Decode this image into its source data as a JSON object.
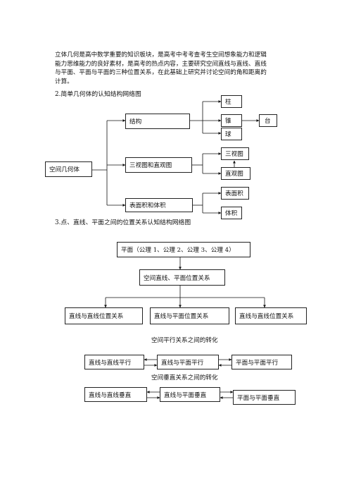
{
  "intro": {
    "lines": [
      "立体几何是高中数学重要的知识板块，是高考中考考查考生空间想象能力和逻辑",
      "能力思维能力的良好素材，是高考的热点内容，主要研究空间直线与直线、直线",
      "与平面、平面与平面的三种位置关系，在此基础上研究并讨论空间的角和距离的",
      "计算。"
    ]
  },
  "section2": {
    "title": "2.简单几何体的认知结构网络图",
    "root": "空间几何体",
    "structure": "结构",
    "pillar": "柱",
    "cone": "锥",
    "frustum": "台",
    "sphere": "球",
    "three_view_and_direct": "三视图和直观图",
    "three_view": "三视图",
    "direct_view": "直观图",
    "surface_and_volume": "表面积和体积",
    "surface_area": "表面积",
    "volume": "体积"
  },
  "section3": {
    "title": "3.点、直线、平面之间的位置关系认知结构网络图",
    "plane_axioms": "平面（公理 1、公理 2、公理 3、公理 4）",
    "spatial_relations": "空间直线、平面位置关系",
    "line_line": "直线与直线位置关系",
    "line_plane": "直线与平面位置关系",
    "line_line_2": "直线与直线位置关系",
    "parallel_title": "空间平行关系之间的转化",
    "line_line_parallel": "直线与直线平行",
    "line_plane_parallel": "直线与平面平行",
    "plane_plane_parallel": "平面与平面平行",
    "perp_title": "空间垂直关系之间的转化",
    "line_line_perp": "直线与直线垂直",
    "line_plane_perp": "直线与平面垂直",
    "plane_plane_perp": "平面与平面垂直"
  }
}
